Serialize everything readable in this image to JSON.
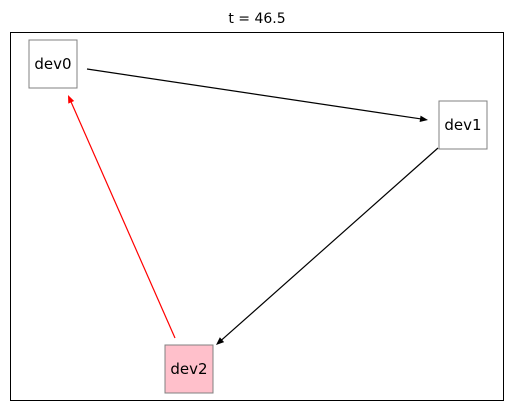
{
  "figure": {
    "title": "t = 46.5"
  },
  "nodes": [
    {
      "id": "dev0",
      "label": "dev0",
      "fill": "#ffffff",
      "border": "#808080"
    },
    {
      "id": "dev1",
      "label": "dev1",
      "fill": "#ffffff",
      "border": "#808080"
    },
    {
      "id": "dev2",
      "label": "dev2",
      "fill": "#ffc0cb",
      "border": "#808080"
    }
  ],
  "edges": [
    {
      "from": "dev0",
      "to": "dev1",
      "color": "#000000"
    },
    {
      "from": "dev1",
      "to": "dev2",
      "color": "#000000"
    },
    {
      "from": "dev2",
      "to": "dev0",
      "color": "#ff0000"
    }
  ]
}
